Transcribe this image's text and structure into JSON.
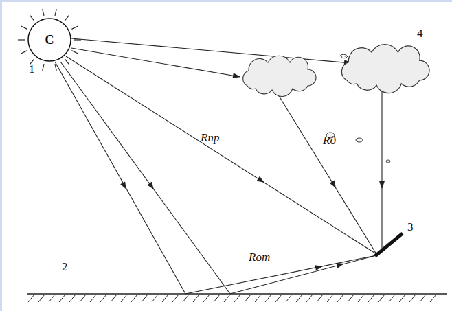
{
  "diagram": {
    "nodes": [
      {
        "text": [
          "С"
        ]
      }
    ],
    "labels": [
      "1",
      "2",
      "3",
      "4",
      "Rпр",
      "Rд",
      "Rот"
    ]
  }
}
